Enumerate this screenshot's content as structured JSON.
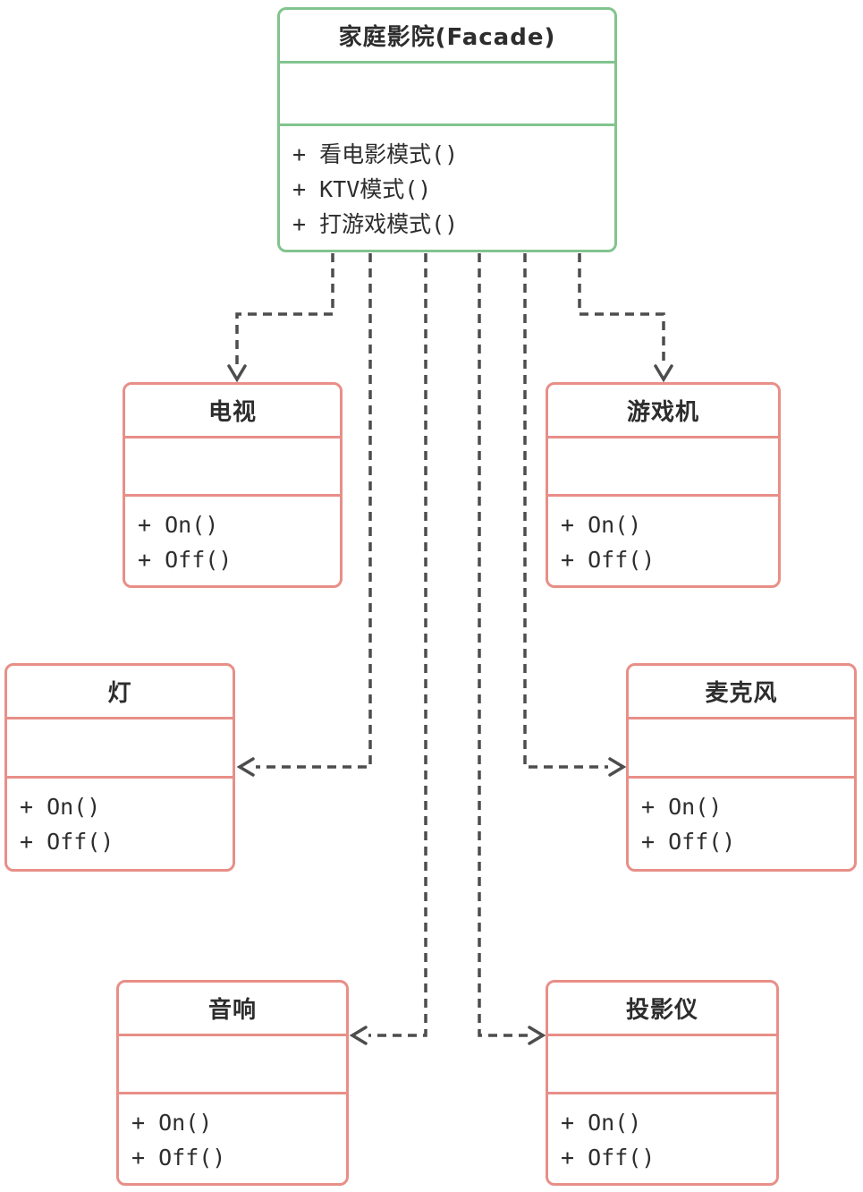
{
  "colors": {
    "facade_border": "#82c48e",
    "subsystem_border": "#e88f88",
    "connector": "#4d4d4d",
    "text": "#2d2d2d",
    "background": "#ffffff"
  },
  "classes": [
    {
      "id": "facade",
      "name": "家庭影院(Facade)",
      "attributes": [],
      "methods": [
        "+ 看电影模式()",
        "+ KTV模式()",
        "+ 打游戏模式()"
      ]
    },
    {
      "id": "tv",
      "name": "电视",
      "attributes": [],
      "methods": [
        "+ On()",
        "+ Off()"
      ]
    },
    {
      "id": "game-console",
      "name": "游戏机",
      "attributes": [],
      "methods": [
        "+ On()",
        "+ Off()"
      ]
    },
    {
      "id": "light",
      "name": "灯",
      "attributes": [],
      "methods": [
        "+ On()",
        "+ Off()"
      ]
    },
    {
      "id": "microphone",
      "name": "麦克风",
      "attributes": [],
      "methods": [
        "+ On()",
        "+ Off()"
      ]
    },
    {
      "id": "speaker",
      "name": "音响",
      "attributes": [],
      "methods": [
        "+ On()",
        "+ Off()"
      ]
    },
    {
      "id": "projector",
      "name": "投影仪",
      "attributes": [],
      "methods": [
        "+ On()",
        "+ Off()"
      ]
    }
  ],
  "relations": [
    {
      "from": "家庭影院(Facade)",
      "to": "电视",
      "type": "dashed-dependency-arrow"
    },
    {
      "from": "家庭影院(Facade)",
      "to": "游戏机",
      "type": "dashed-dependency-arrow"
    },
    {
      "from": "家庭影院(Facade)",
      "to": "灯",
      "type": "dashed-dependency-arrow"
    },
    {
      "from": "家庭影院(Facade)",
      "to": "麦克风",
      "type": "dashed-dependency-arrow"
    },
    {
      "from": "家庭影院(Facade)",
      "to": "音响",
      "type": "dashed-dependency-arrow"
    },
    {
      "from": "家庭影院(Facade)",
      "to": "投影仪",
      "type": "dashed-dependency-arrow"
    }
  ]
}
